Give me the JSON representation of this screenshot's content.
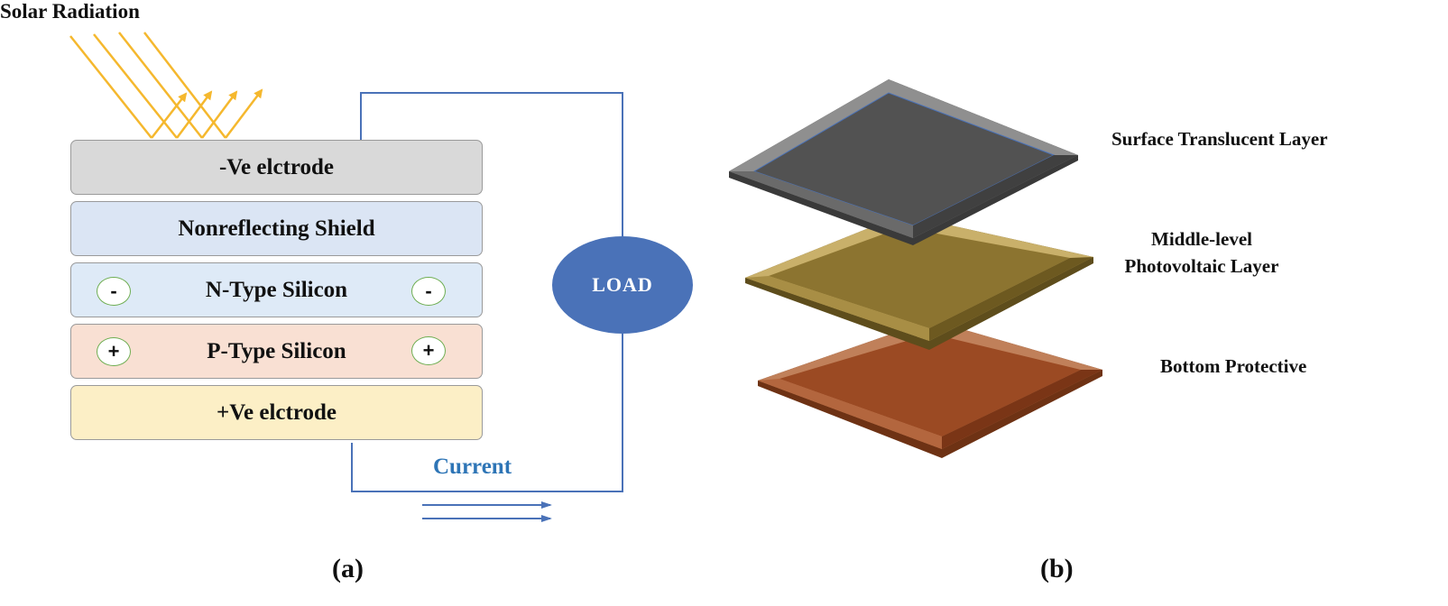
{
  "left_panel": {
    "title": "Solar Radiation",
    "layers": [
      {
        "label": "-Ve elctrode",
        "color": "#d9d9d9"
      },
      {
        "label": "Nonreflecting Shield",
        "color": "#dbe5f4"
      },
      {
        "label": "N-Type Silicon",
        "color": "#deeaf7"
      },
      {
        "label": "P-Type Silicon",
        "color": "#f9e0d3"
      },
      {
        "label": "+Ve elctrode",
        "color": "#fcefc6"
      }
    ],
    "charges": {
      "negative": "-",
      "positive": "+"
    },
    "load_label": "LOAD",
    "current_label": "Current",
    "caption": "(a)",
    "colors": {
      "wire": "#4a72b8",
      "ray": "#f5b82e",
      "charge_ring": "#6fae52"
    }
  },
  "right_panel": {
    "layers": [
      {
        "label": "Surface Translucent Layer",
        "color": "#525252"
      },
      {
        "label": "Middle-level Photovoltaic Layer",
        "color": "#8c7430"
      },
      {
        "label": "Bottom Protective",
        "color": "#9b4a23"
      }
    ],
    "caption": "(b)"
  }
}
